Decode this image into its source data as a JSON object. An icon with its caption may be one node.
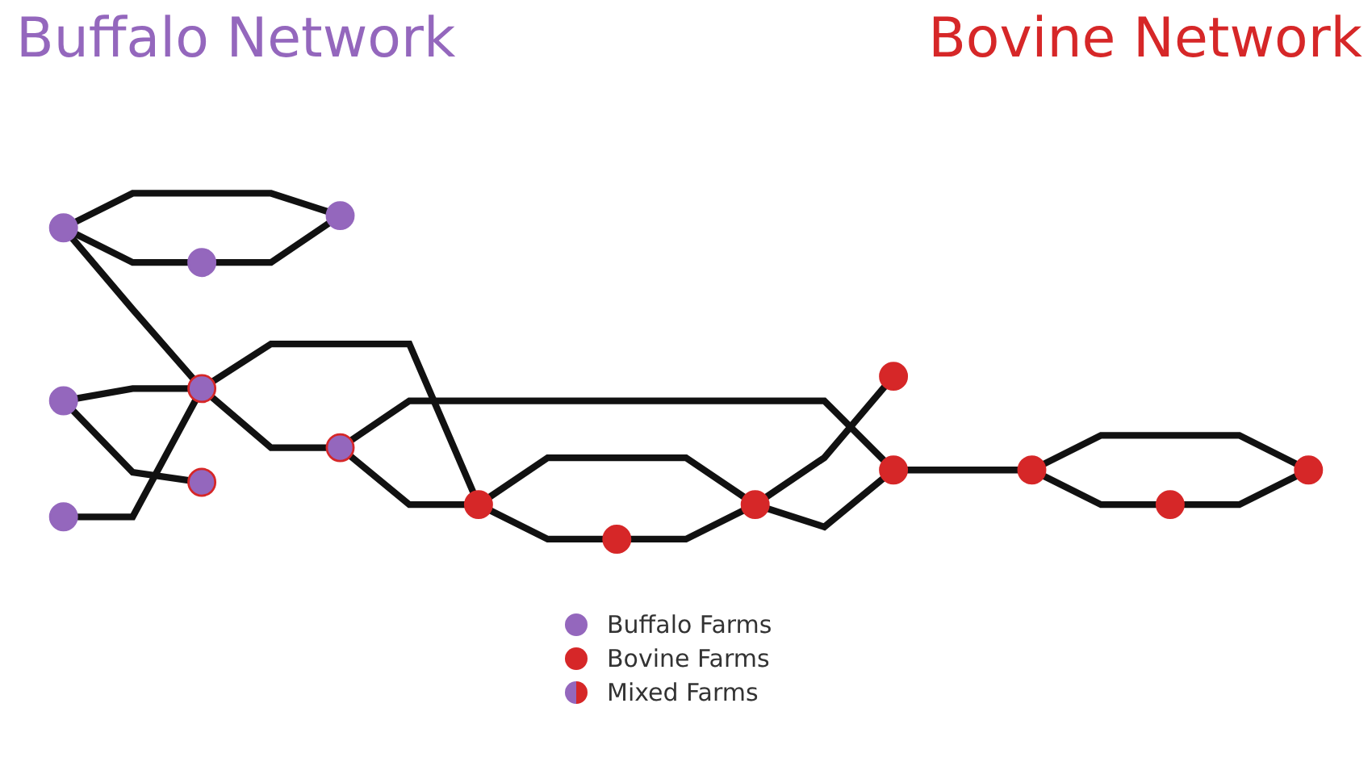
{
  "diagram": {
    "nodes": [
      {
        "text": [],
        "shape": "circle"
      },
      {
        "text": [],
        "shape": "circle"
      },
      {
        "text": [],
        "shape": "circle"
      },
      {
        "text": [],
        "shape": "circle"
      },
      {
        "text": [],
        "shape": "circle"
      },
      {
        "text": [],
        "shape": "circle"
      },
      {
        "text": [],
        "shape": "circle"
      },
      {
        "text": [],
        "shape": "circle"
      },
      {
        "text": [],
        "shape": "circle"
      },
      {
        "text": [],
        "shape": "circle"
      },
      {
        "text": [],
        "shape": "circle"
      },
      {
        "text": [],
        "shape": "circle"
      },
      {
        "text": [],
        "shape": "circle"
      },
      {
        "text": [],
        "shape": "circle"
      },
      {
        "text": [],
        "shape": "circle"
      },
      {
        "text": [],
        "shape": "circle"
      }
    ],
    "edges": [
      {
        "from": 4,
        "to": 5,
        "arrow": "none"
      },
      {
        "from": 4,
        "to": 6,
        "arrow": "none"
      },
      {
        "from": 0,
        "to": 6,
        "arrow": "none"
      },
      {
        "from": 3,
        "to": 6,
        "arrow": "none"
      },
      {
        "from": 3,
        "to": 1,
        "arrow": "none"
      },
      {
        "from": 3,
        "to": 2,
        "arrow": "none"
      },
      {
        "from": 1,
        "to": 2,
        "arrow": "none"
      },
      {
        "from": 6,
        "to": 7,
        "arrow": "none"
      },
      {
        "from": 6,
        "to": 9,
        "arrow": "none"
      },
      {
        "from": 7,
        "to": 9,
        "arrow": "none"
      },
      {
        "from": 7,
        "to": 8,
        "arrow": "none"
      },
      {
        "from": 9,
        "to": 14,
        "arrow": "none"
      },
      {
        "from": 9,
        "to": 12,
        "arrow": "none"
      },
      {
        "from": 14,
        "to": 12,
        "arrow": "none"
      },
      {
        "from": 12,
        "to": 8,
        "arrow": "none"
      },
      {
        "from": 12,
        "to": 13,
        "arrow": "none"
      },
      {
        "from": 8,
        "to": 11,
        "arrow": "none"
      },
      {
        "from": 11,
        "to": 10,
        "arrow": "none"
      },
      {
        "from": 11,
        "to": 15,
        "arrow": "none"
      },
      {
        "from": 10,
        "to": 15,
        "arrow": "none"
      }
    ],
    "labels": [
      "Buffalo Network",
      "Bovine Network"
    ],
    "legend": [
      {
        "text": "Buffalo Farms",
        "color": "#9467bd"
      },
      {
        "text": "Bovine Farms",
        "color": "#d62728"
      },
      {
        "text": "Mixed Farms"
      }
    ]
  }
}
